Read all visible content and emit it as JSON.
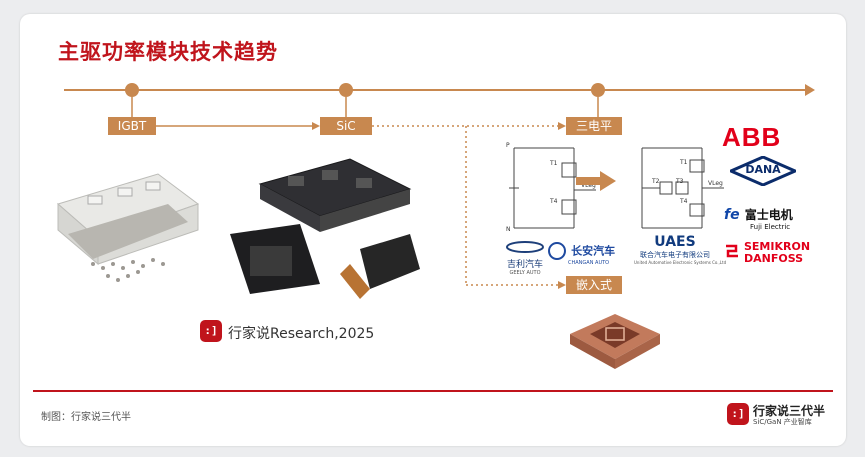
{
  "title": "主驱功率模块技术趋势",
  "timeline": {
    "stages": {
      "igbt": "IGBT",
      "sic": "SiC",
      "three_level": "三电平",
      "embedded": "嵌入式"
    }
  },
  "circuit": {
    "labels": [
      "P",
      "T1",
      "T4",
      "VLeg",
      "N",
      "T2",
      "T3"
    ]
  },
  "oem_logos": {
    "geely_cn": "吉利汽车",
    "geely_en": "GEELY AUTO",
    "changan_cn": "长安汽车",
    "changan_en": "CHANGAN AUTO",
    "uaes_en": "UAES",
    "uaes_cn": "联合汽车电子有限公司",
    "uaes_sub": "United Automotive Electronic Systems Co.,Ltd"
  },
  "supplier_logos": {
    "abb": "ABB",
    "dana": "DANA",
    "fuji_cn": "富士电机",
    "fuji_en": "Fuji Electric",
    "semikron": "SEMIKRON",
    "danfoss": "DANFOSS"
  },
  "watermark": "行家说Research,2025",
  "footer": {
    "credit": "制图：行家说三代半",
    "brand_name": "行家说三代半",
    "brand_sub": "SiC/GaN 产业智库"
  },
  "colors": {
    "title_red": "#c0141c",
    "timeline_tan": "#c8884f",
    "arrow_tan": "#c8884f"
  }
}
